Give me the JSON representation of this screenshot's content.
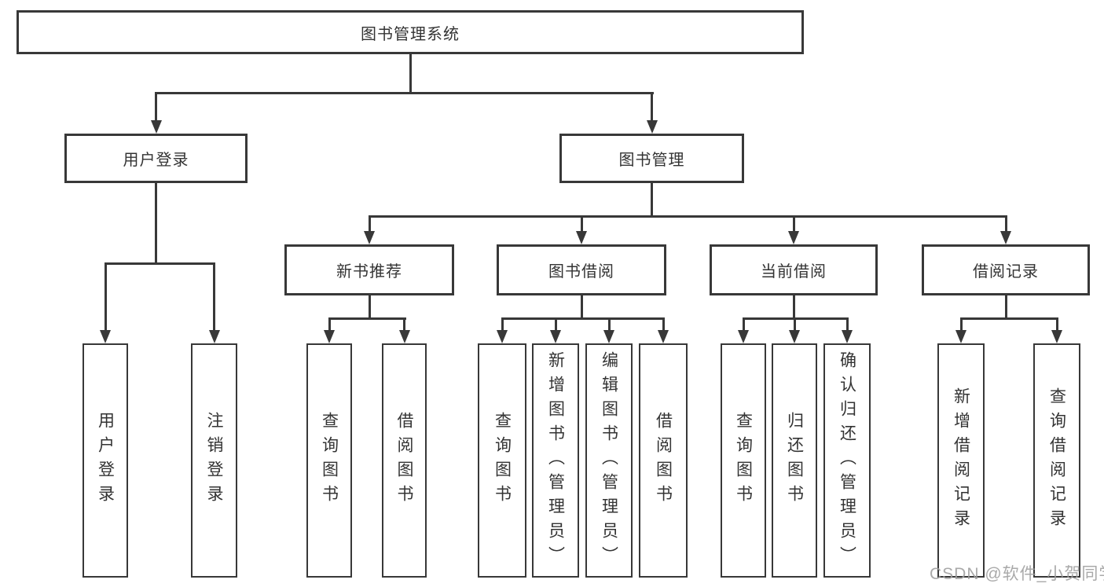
{
  "tree": {
    "root": {
      "label": "图书管理系统"
    },
    "level2": [
      {
        "label": "用户登录",
        "children": [
          {
            "label": "用户登录"
          },
          {
            "label": "注销登录"
          }
        ]
      },
      {
        "label": "图书管理",
        "children": [
          {
            "label": "新书推荐",
            "children": [
              {
                "label": "查询图书"
              },
              {
                "label": "借阅图书"
              }
            ]
          },
          {
            "label": "图书借阅",
            "children": [
              {
                "label": "查询图书"
              },
              {
                "label": "新增图书（管理员）"
              },
              {
                "label": "编辑图书（管理员）"
              },
              {
                "label": "借阅图书"
              }
            ]
          },
          {
            "label": "当前借阅",
            "children": [
              {
                "label": "查询图书"
              },
              {
                "label": "归还图书"
              },
              {
                "label": "确认归还（管理员）"
              }
            ]
          },
          {
            "label": "借阅记录",
            "children": [
              {
                "label": "新增借阅记录"
              },
              {
                "label": "查询借阅记录"
              }
            ]
          }
        ]
      }
    ]
  },
  "watermark": "CSDN @软件_小贺同学",
  "colors": {
    "line": "#383838",
    "text": "#333333",
    "watermark": "#a0a0a0",
    "background": "#ffffff"
  }
}
